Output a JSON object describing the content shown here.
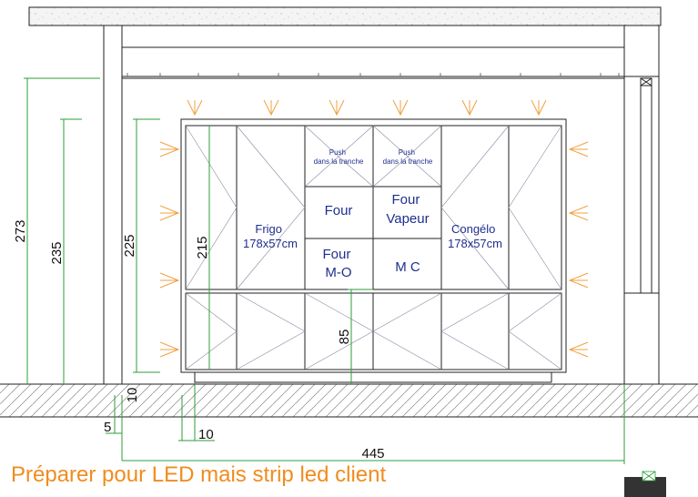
{
  "drawing": {
    "labels": {
      "push_left": [
        "Push",
        "dans la tranche"
      ],
      "push_right": [
        "Push",
        "dans la tranche"
      ],
      "four": "Four",
      "four_vapeur": [
        "Four",
        "Vapeur"
      ],
      "frigo": [
        "Frigo",
        "178x57cm"
      ],
      "congelo": [
        "Congélo",
        "178x57cm"
      ],
      "four_mo": [
        "Four",
        "M-O"
      ],
      "mc": "M C"
    },
    "dimensions": {
      "d273": "273",
      "d235": "235",
      "d225": "225",
      "d215": "215",
      "d85": "85",
      "d10_vertical": "10",
      "d5": "5",
      "d10_horizontal": "10",
      "d445": "445"
    },
    "note": "Préparer pour LED mais strip led client",
    "colors": {
      "line": "#222222",
      "dim_line": "#2e9e3a",
      "led": "#f0a040",
      "label": "#1f2f8f",
      "note": "#f08c1e"
    }
  }
}
